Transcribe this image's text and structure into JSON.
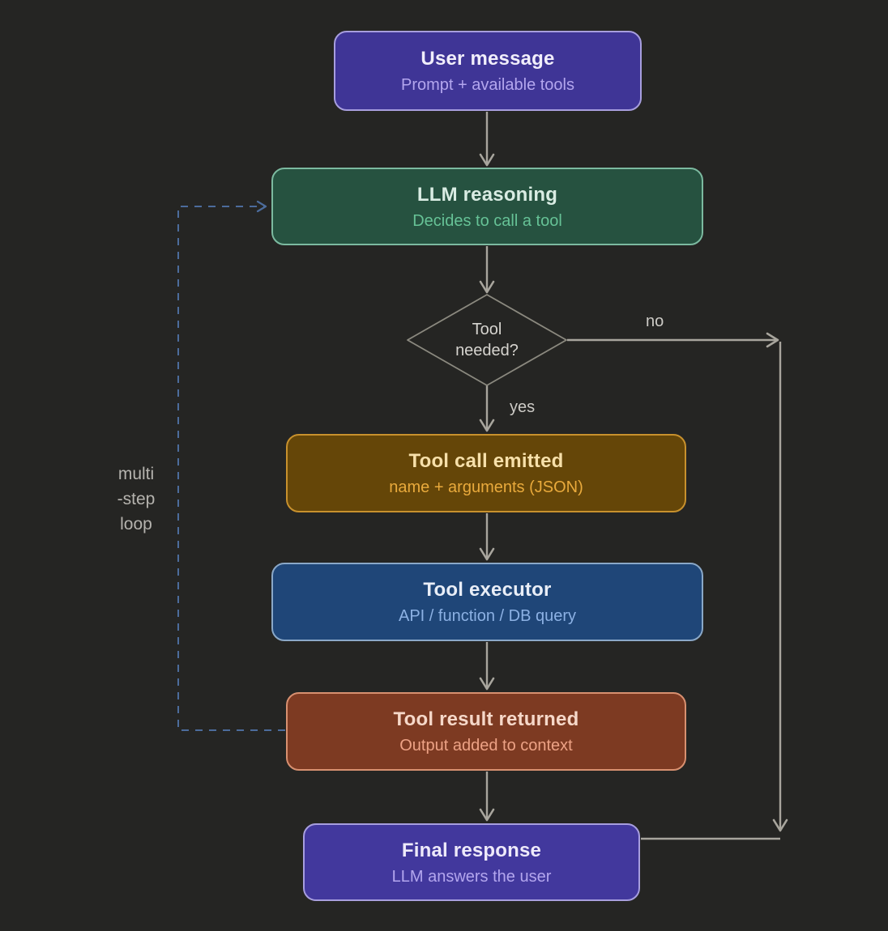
{
  "diagram": {
    "type": "flowchart",
    "nodes": [
      {
        "id": "user-message",
        "title": "User message",
        "subtitle": "Prompt + available tools",
        "bg": "#3f3596",
        "border": "#a79ede",
        "title_color": "#f1eefb",
        "subtitle_color": "#b3a6ee"
      },
      {
        "id": "llm-reasoning",
        "title": "LLM reasoning",
        "subtitle": "Decides to call a tool",
        "bg": "#265240",
        "border": "#7cbaa0",
        "title_color": "#d9ece3",
        "subtitle_color": "#66c296"
      },
      {
        "id": "tool-call-emitted",
        "title": "Tool call emitted",
        "subtitle": "name + arguments (JSON)",
        "bg": "#654608",
        "border": "#c8912d",
        "title_color": "#f7e0aa",
        "subtitle_color": "#e9aa3c"
      },
      {
        "id": "tool-executor",
        "title": "Tool executor",
        "subtitle": "API / function / DB query",
        "bg": "#1f4678",
        "border": "#8aa8c8",
        "title_color": "#e9eef7",
        "subtitle_color": "#8cb1e4"
      },
      {
        "id": "tool-result-returned",
        "title": "Tool result returned",
        "subtitle": "Output added to context",
        "bg": "#7d3a22",
        "border": "#d89070",
        "title_color": "#f6d8c9",
        "subtitle_color": "#eda285"
      },
      {
        "id": "final-response",
        "title": "Final response",
        "subtitle": "LLM answers the user",
        "bg": "#42389d",
        "border": "#a79ede",
        "title_color": "#eeeafa",
        "subtitle_color": "#b3a6ee"
      }
    ],
    "decision": {
      "id": "tool-needed",
      "label_line1": "Tool",
      "label_line2": "needed?",
      "stroke": "#8b897f",
      "text_color": "#d6d4cf"
    },
    "labels": {
      "yes": "yes",
      "no": "no",
      "loop": [
        "multi",
        "-step",
        "loop"
      ]
    },
    "colors": {
      "background": "#252523",
      "arrow": "#a8a59d",
      "loop_arrow": "#4c6c9c",
      "edge_label_text": "#cdcbc6",
      "loop_label_text": "#b5b3ae"
    }
  }
}
